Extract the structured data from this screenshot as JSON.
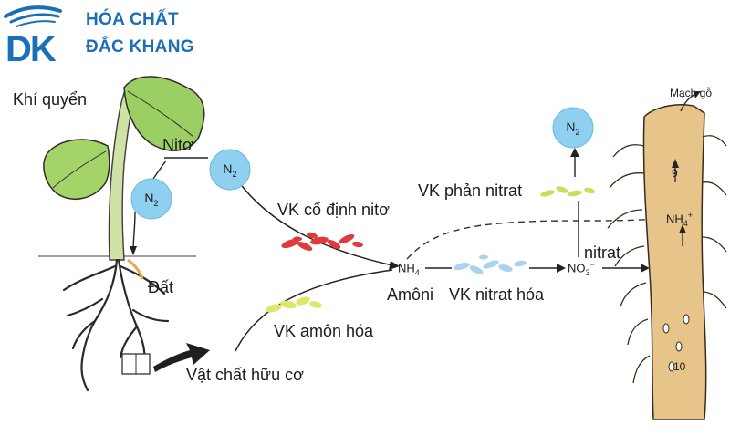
{
  "brand": {
    "logo_mark": "DK",
    "name_line1": "HÓA CHẤT",
    "name_line2": "ĐẮC KHANG",
    "color": "#1b6fb7"
  },
  "diagram": {
    "labels": {
      "atmosphere": "Khí quyển",
      "nitrogen": "Nitơ",
      "soil": "Đất",
      "fixing_bacteria": "VK cố định nitơ",
      "denitrifying_bacteria": "VK phản nitrat",
      "ammonifying_bacteria": "VK amôn hóa",
      "organic_matter": "Vật chất hữu cơ",
      "ammonium": "Amôni",
      "nitrifying_bacteria": "VK nitrat hóa",
      "nitrate": "nitrat",
      "xylem": "Mạch gỗ"
    },
    "molecules": {
      "n2_main": "N",
      "n2_main_sub": "2",
      "n2_plant": "N",
      "n2_plant_sub": "2",
      "n2_top": "N",
      "n2_top_sub": "2",
      "nh4_base": "NH",
      "nh4_sub": "4",
      "nh4_sup": "+",
      "no3_base": "NO",
      "no3_sub": "3",
      "no3_sup": "−",
      "nh4_root_base": "NH",
      "nh4_root_sub": "4",
      "nh4_root_sup": "+"
    },
    "markers": {
      "num_9": "9",
      "num_10": "10"
    },
    "colors": {
      "n2_bubble": "#8fd0f0",
      "fixing_bacteria": "#e23a3a",
      "denitrifying_bacteria": "#c8df5a",
      "ammonifying_bacteria": "#dde86a",
      "nitrifying_bacteria": "#a9d4ee",
      "root": "#e7c58a",
      "leaf": "#8ec75a",
      "brand": "#1b6fb7"
    }
  }
}
